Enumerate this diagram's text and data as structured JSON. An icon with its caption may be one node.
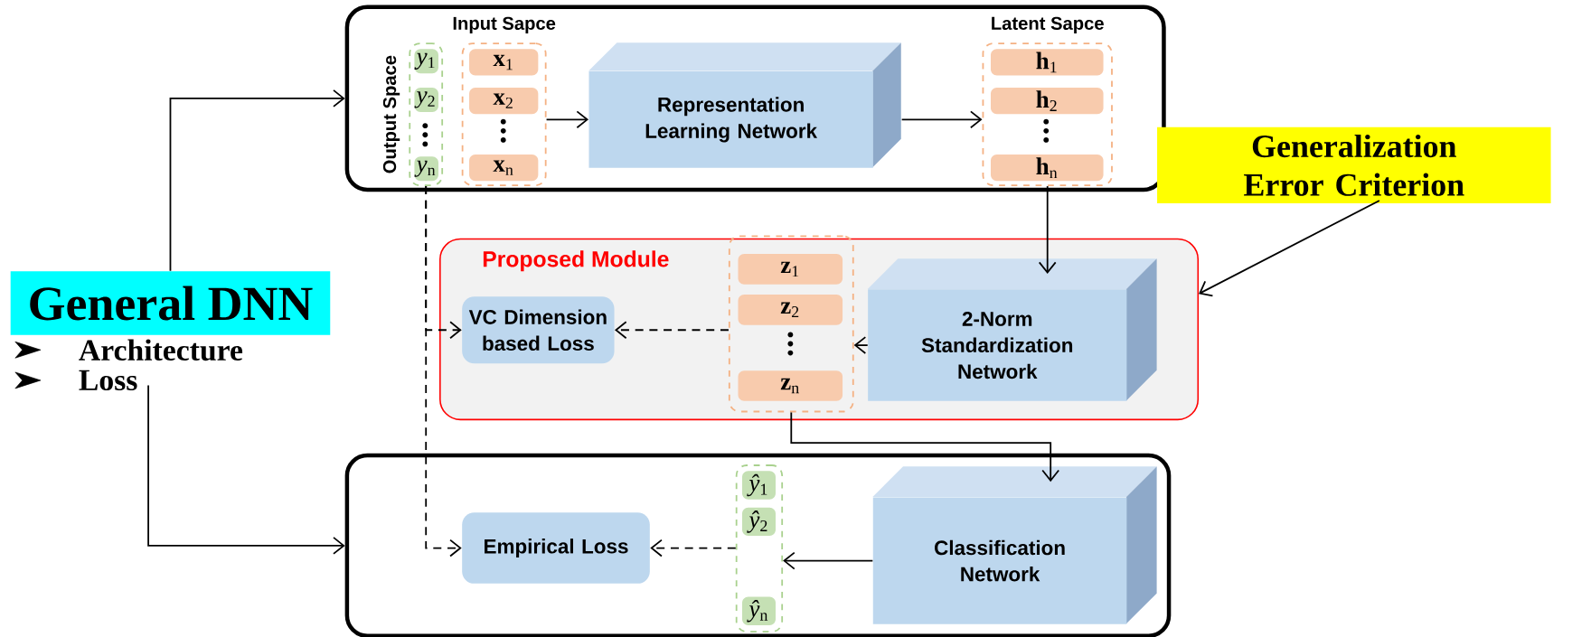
{
  "diagram": {
    "nodes": [
      {
        "text": [],
        "shape": "box"
      },
      {
        "text": [
          "Output Space"
        ],
        "in": 0
      },
      {
        "text": [
          "*y*$_{1}$"
        ],
        "in": 1
      },
      {
        "text": [
          "*y*$_{2}$"
        ],
        "in": 1
      },
      {
        "text": [
          "*y*$_{n}$"
        ],
        "in": 1
      },
      {
        "text": [
          "Input Sapce"
        ],
        "in": 0
      },
      {
        "text": [
          "**x**$_{1}$"
        ],
        "in": 5
      },
      {
        "text": [
          "**x**$_{2}$"
        ],
        "in": 5
      },
      {
        "text": [
          "**x**$_{n}$"
        ],
        "in": 5
      },
      {
        "text": [
          "Representation Learning Network"
        ],
        "in": 0
      },
      {
        "text": [
          "Latent Sapce"
        ],
        "in": 0
      },
      {
        "text": [
          "**h**$_{1}$"
        ],
        "in": 10
      },
      {
        "text": [
          "**h**$_{2}$"
        ],
        "in": 10
      },
      {
        "text": [
          "**h**$_{n}$"
        ],
        "in": 10
      },
      {
        "text": [
          "Proposed Module"
        ]
      },
      {
        "text": [
          "VC Dimension based Loss"
        ],
        "in": 14
      },
      {
        "text": [],
        "shape": "box",
        "in": 14
      },
      {
        "text": [
          "**z**$_{1}$"
        ],
        "in": 16
      },
      {
        "text": [
          "**z**$_{2}$"
        ],
        "in": 16
      },
      {
        "text": [
          "**z**$_{n}$"
        ],
        "in": 16
      },
      {
        "text": [
          "2-Norm Standardization Network"
        ],
        "in": 14
      },
      {
        "text": [],
        "shape": "box"
      },
      {
        "text": [
          "Empirical Loss"
        ],
        "in": 21
      },
      {
        "text": [],
        "shape": "box",
        "in": 21
      },
      {
        "text": [
          "*ŷ*$_{1}$"
        ],
        "in": 23
      },
      {
        "text": [
          "*ŷ*$_{2}$"
        ],
        "in": 23
      },
      {
        "text": [
          "*ŷ*$_{n}$"
        ],
        "in": 23
      },
      {
        "text": [
          "Classification Network"
        ],
        "in": 21
      },
      {
        "text": [
          "General DNN"
        ]
      },
      {
        "text": [
          "Loss"
        ]
      },
      {
        "text": [
          "Generalization Error Criterion"
        ]
      }
    ],
    "edges": [
      {
        "from": 28,
        "to": 0,
        "arrow": "to"
      },
      {
        "from": 29,
        "to": 21,
        "arrow": "to"
      },
      {
        "from": 5,
        "to": 9,
        "arrow": "to"
      },
      {
        "from": 9,
        "to": 10,
        "arrow": "to"
      },
      {
        "from": 10,
        "to": 20,
        "arrow": "to"
      },
      {
        "from": 20,
        "to": 16,
        "arrow": "to"
      },
      {
        "from": 16,
        "to": 15,
        "arrow": "to",
        "style": "dashed"
      },
      {
        "from": 1,
        "to": 15,
        "arrow": "to",
        "style": "dashed"
      },
      {
        "from": 1,
        "to": 22,
        "arrow": "to",
        "style": "dashed"
      },
      {
        "from": 16,
        "to": 27,
        "arrow": "to"
      },
      {
        "from": 27,
        "to": 23,
        "arrow": "to"
      },
      {
        "from": 23,
        "to": 22,
        "arrow": "to",
        "style": "dashed"
      },
      {
        "from": 30,
        "to": 14,
        "arrow": "to"
      }
    ],
    "labels": [
      "Architecture"
    ]
  }
}
